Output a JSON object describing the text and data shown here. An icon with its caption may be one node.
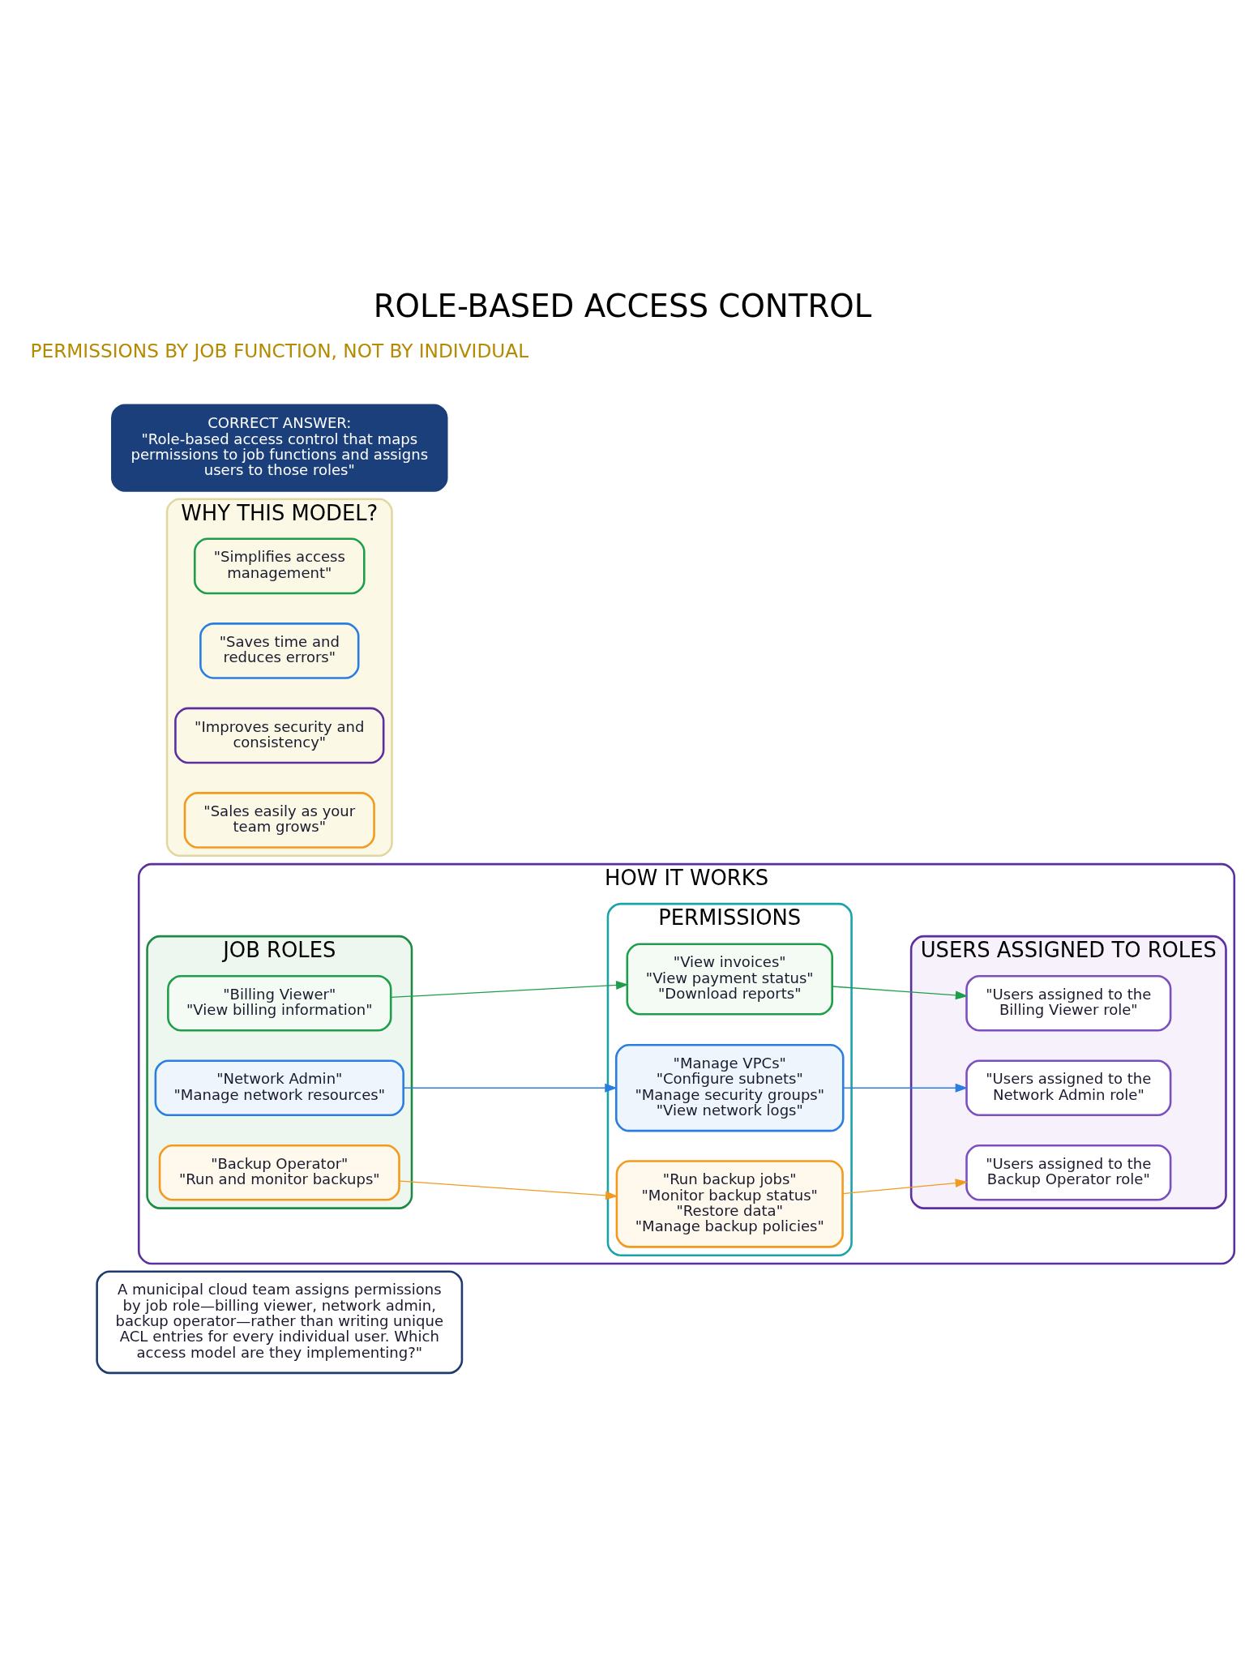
{
  "diagram": {
    "title": "ROLE-BASED ACCESS CONTROL",
    "nodes": [
      {
        "text": [
          "A municipal cloud team assigns permissions by job role—billing viewer, network admin, backup operator—rather than writing unique ACL entries for every individual user. Which access model are they implementing?\""
        ]
      },
      {
        "text": [
          "HOW IT WORKS"
        ]
      },
      {
        "text": [
          "JOB ROLES"
        ],
        "in": 1
      },
      {
        "text": [
          "\"Billing Viewer\"",
          "\"View billing information\""
        ],
        "in": 2
      },
      {
        "text": [
          "\"Network Admin\"",
          "\"Manage network resources\""
        ],
        "in": 2
      },
      {
        "text": [
          "\"Backup Operator\"",
          "\"Run and monitor backups\""
        ],
        "in": 2
      },
      {
        "text": [
          "PERMISSIONS"
        ],
        "in": 1
      },
      {
        "text": [
          "\"View invoices\"",
          "\"View payment status\"",
          "\"Download reports\""
        ],
        "in": 6
      },
      {
        "text": [
          "\"Manage VPCs\"",
          "\"Configure subnets\"",
          "\"Manage security groups\"",
          "\"View network logs\""
        ],
        "in": 6
      },
      {
        "text": [
          "\"Run backup jobs\"",
          "\"Monitor backup status\"",
          "\"Restore data\"",
          "\"Manage backup policies\""
        ],
        "in": 6
      },
      {
        "text": [
          "USERS ASSIGNED TO ROLES"
        ],
        "in": 1
      },
      {
        "text": [
          "\"Users assigned to the Billing Viewer role\""
        ],
        "in": 10
      },
      {
        "text": [
          "\"Users assigned to the Network Admin role\""
        ],
        "in": 10
      },
      {
        "text": [
          "\"Users assigned to the Backup Operator role\""
        ],
        "in": 10
      },
      {
        "text": [
          "WHY THIS MODEL?"
        ]
      },
      {
        "text": [
          "\"Simplifies access management\""
        ],
        "in": 14
      },
      {
        "text": [
          "\"Saves time and reduces errors\""
        ],
        "in": 14
      },
      {
        "text": [
          "\"Improves security and consistency\""
        ],
        "in": 14
      },
      {
        "text": [
          "\"Sales easily as your team grows\""
        ],
        "in": 14
      },
      {
        "text": [
          "CORRECT ANSWER:",
          "\"Role-based access control that maps permissions to job functions and assigns users to those roles\""
        ]
      }
    ],
    "edges": [
      {
        "from": 3,
        "to": 7,
        "arrow": "to",
        "color": "#1e9e4a"
      },
      {
        "from": 7,
        "to": 11,
        "arrow": "to",
        "color": "#1e9e4a"
      },
      {
        "from": 4,
        "to": 8,
        "arrow": "to",
        "color": "#2a7de1"
      },
      {
        "from": 8,
        "to": 12,
        "arrow": "to",
        "color": "#2a7de1"
      },
      {
        "from": 5,
        "to": 9,
        "arrow": "to",
        "color": "#f39a1e"
      },
      {
        "from": 9,
        "to": 13,
        "arrow": "to",
        "color": "#f39a1e"
      }
    ],
    "labels": [
      "PERMISSIONS BY JOB FUNCTION, NOT BY INDIVIDUAL"
    ]
  }
}
